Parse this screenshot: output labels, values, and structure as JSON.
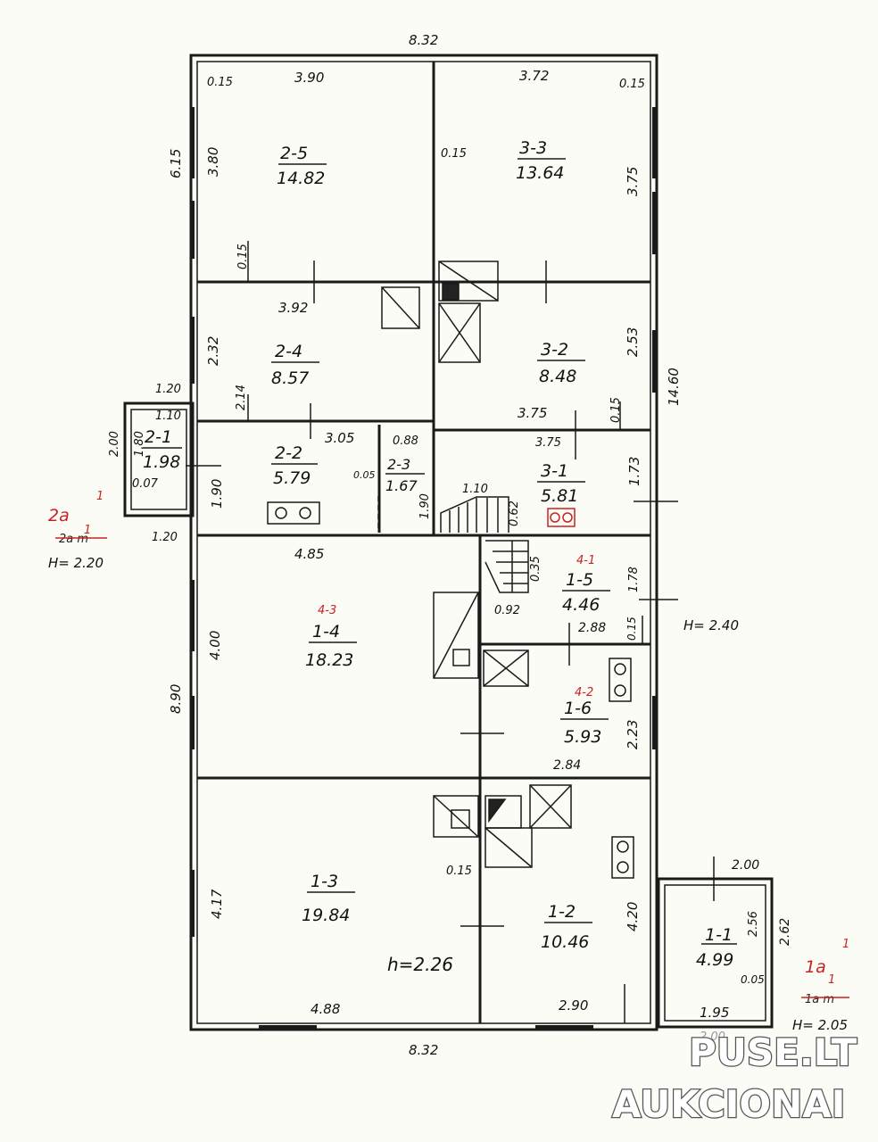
{
  "plan": {
    "overall_width_top": "8.32",
    "overall_width_bottom": "8.32",
    "overall_length": "14.60",
    "left_upper_height": "6.15",
    "left_lower_height": "8.90",
    "ceiling_main": "H= 2.40",
    "rooms": [
      {
        "id": "2-5",
        "area": "14.82"
      },
      {
        "id": "3-3",
        "area": "13.64"
      },
      {
        "id": "2-4",
        "area": "8.57"
      },
      {
        "id": "3-2",
        "area": "8.48"
      },
      {
        "id": "2-1",
        "area": "1.98"
      },
      {
        "id": "2-2",
        "area": "5.79"
      },
      {
        "id": "2-3",
        "area": "1.67"
      },
      {
        "id": "3-1",
        "area": "5.81"
      },
      {
        "id": "1-4",
        "area": "18.23"
      },
      {
        "id": "1-5",
        "area": "4.46"
      },
      {
        "id": "1-6",
        "area": "5.93"
      },
      {
        "id": "1-3",
        "area": "19.84"
      },
      {
        "id": "1-2",
        "area": "10.46"
      },
      {
        "id": "1-1",
        "area": "4.99"
      }
    ],
    "dimensions": [
      "0.15",
      "3.90",
      "3.72",
      "0.15",
      "3.80",
      "0.15",
      "3.75",
      "0.15",
      "3.92",
      "2.32",
      "2.53",
      "2.14",
      "3.75",
      "0.15",
      "3.75",
      "1.73",
      "1.20",
      "1.10",
      "2.00",
      "1.80",
      "0.07",
      "1.20",
      "3.05",
      "0.88",
      "0.05",
      "1.90",
      "1.90",
      "1.10",
      "0.62",
      "4.85",
      "0.35",
      "1.78",
      "0.92",
      "2.88",
      "0.15",
      "4.00",
      "2.23",
      "2.84",
      "0.15",
      "4.17",
      "4.20",
      "2.00",
      "2.56",
      "2.62",
      "0.05",
      "4.88",
      "2.90",
      "1.95"
    ],
    "extra_texts": {
      "h_226": "h=2.26",
      "h_220": "H= 2.20",
      "h_205": "H= 2.05",
      "h_bot_partial": "2.00"
    },
    "red_notes": {
      "left_mark": "2a",
      "left_mark_sup": "1",
      "left_mark_struck": "2a m",
      "left_mark_over": "1",
      "right_mark": "1a",
      "right_mark_sup": "1",
      "right_mark_sub": "1a m",
      "right_mark_over": "1",
      "room_4_3": "4-3",
      "room_4_1": "4-1",
      "room_4_2": "4-2"
    }
  },
  "watermark": {
    "line1": "PUSE.LT",
    "line2": "AUKCIONAI"
  },
  "colors": {
    "paper": "#fcfcf7",
    "ink": "#1a1a1a",
    "red_ink": "#c82222"
  }
}
